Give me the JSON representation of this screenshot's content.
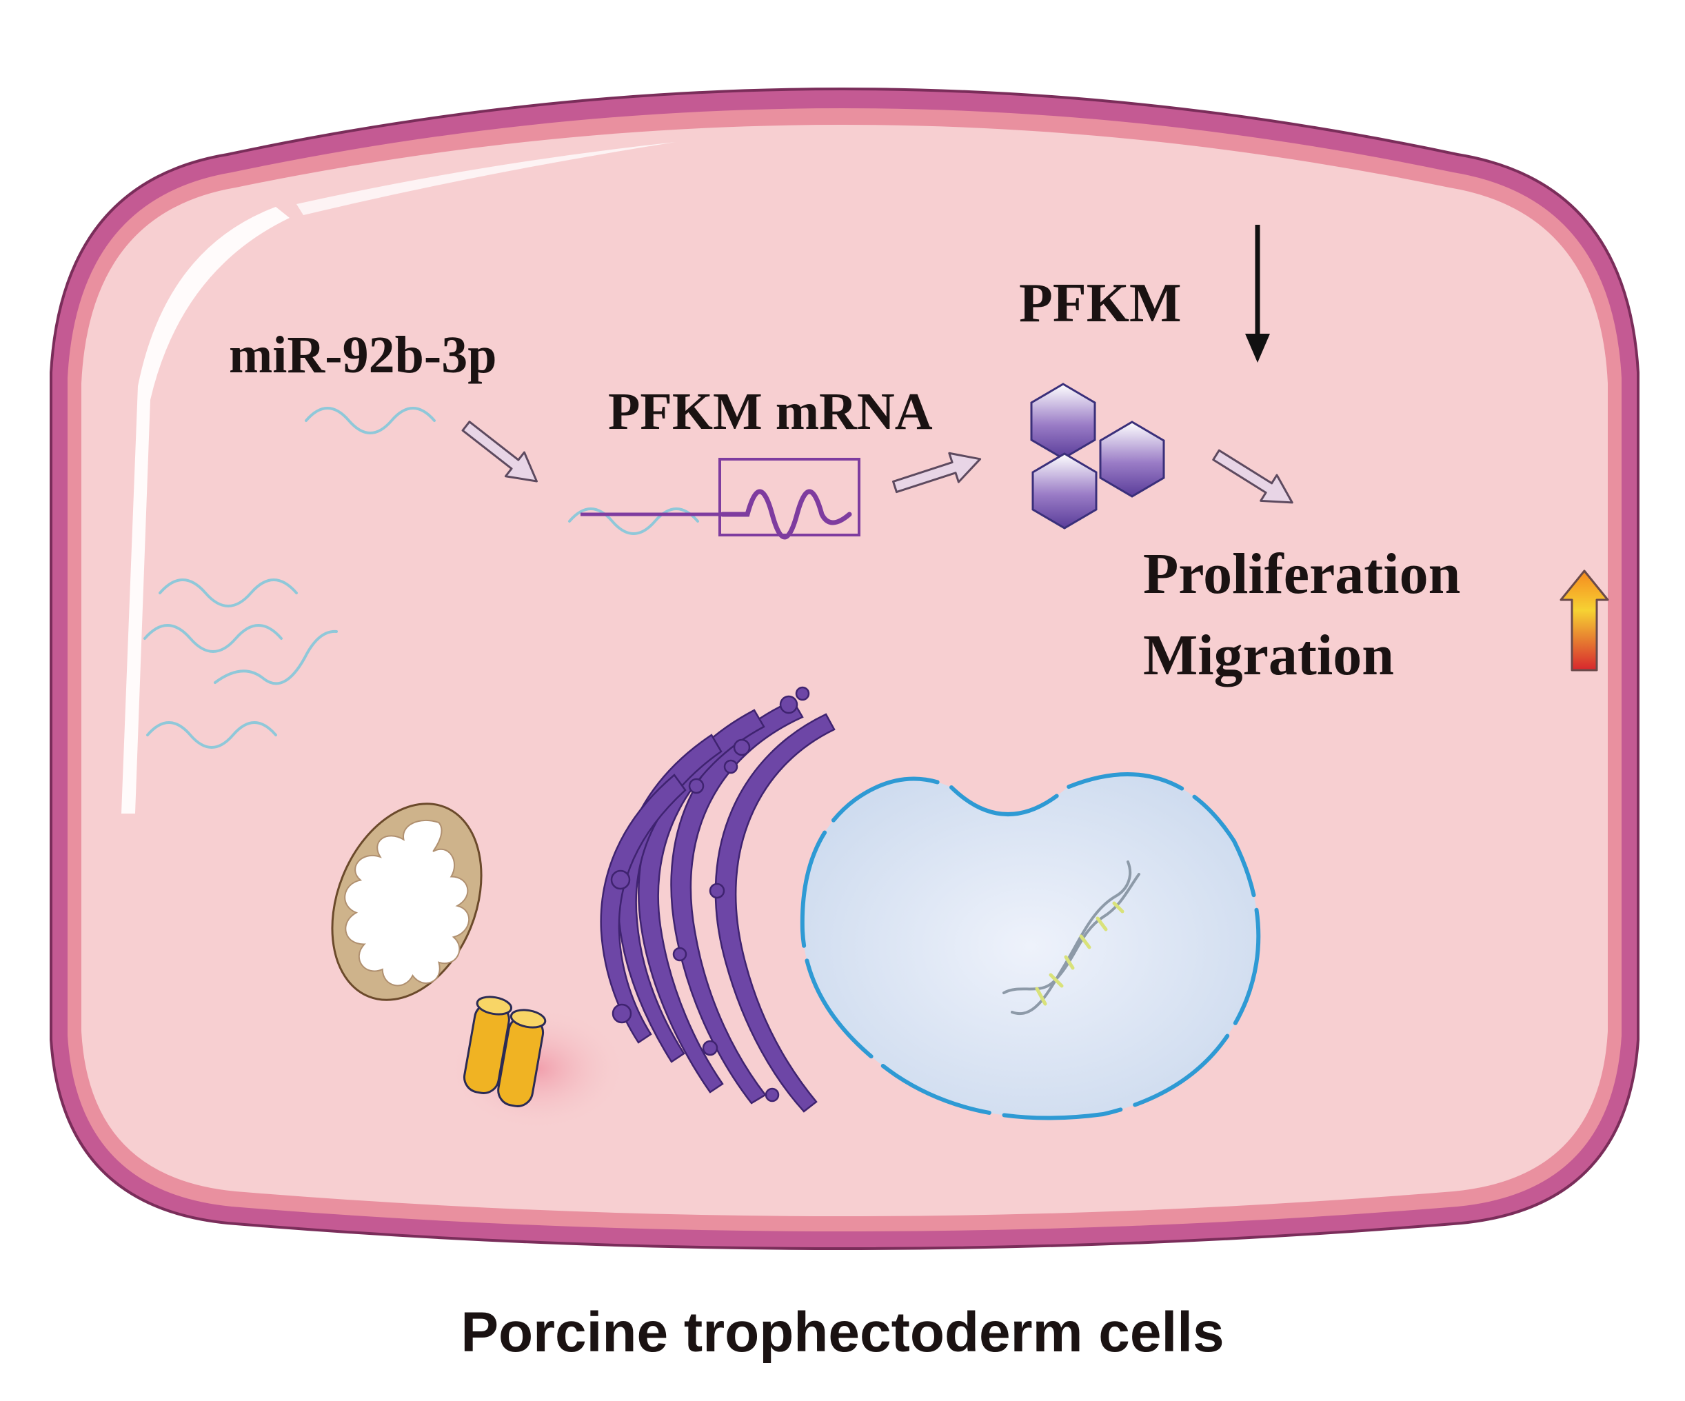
{
  "labels": {
    "mirna": "miR-92b-3p",
    "mrna": "PFKM mRNA",
    "protein": "PFKM",
    "proliferation": "Proliferation",
    "migration": "Migration",
    "caption": "Porcine trophectoderm cells"
  },
  "icons": {
    "down_arrow": "down-arrow-icon",
    "up_arrow": "up-gradient-arrow-icon",
    "flow_arrow": "hollow-arrow-icon"
  },
  "colors": {
    "membrane_outer": "#c45a93",
    "membrane_inner": "#e9909f",
    "cytoplasm": "#f7cfd1",
    "mirna_strand": "#8fc8d9",
    "mrna": "#7e3c9f",
    "protein": "#6a4aa6",
    "golgi": "#6d46a6",
    "nuclear_envelope": "#2e9ad4",
    "nucleus_fill": "#d7e3f3",
    "mito_outer": "#b6926b",
    "centriole": "#f0b323",
    "arrow_fill": "#e8d5e6"
  }
}
